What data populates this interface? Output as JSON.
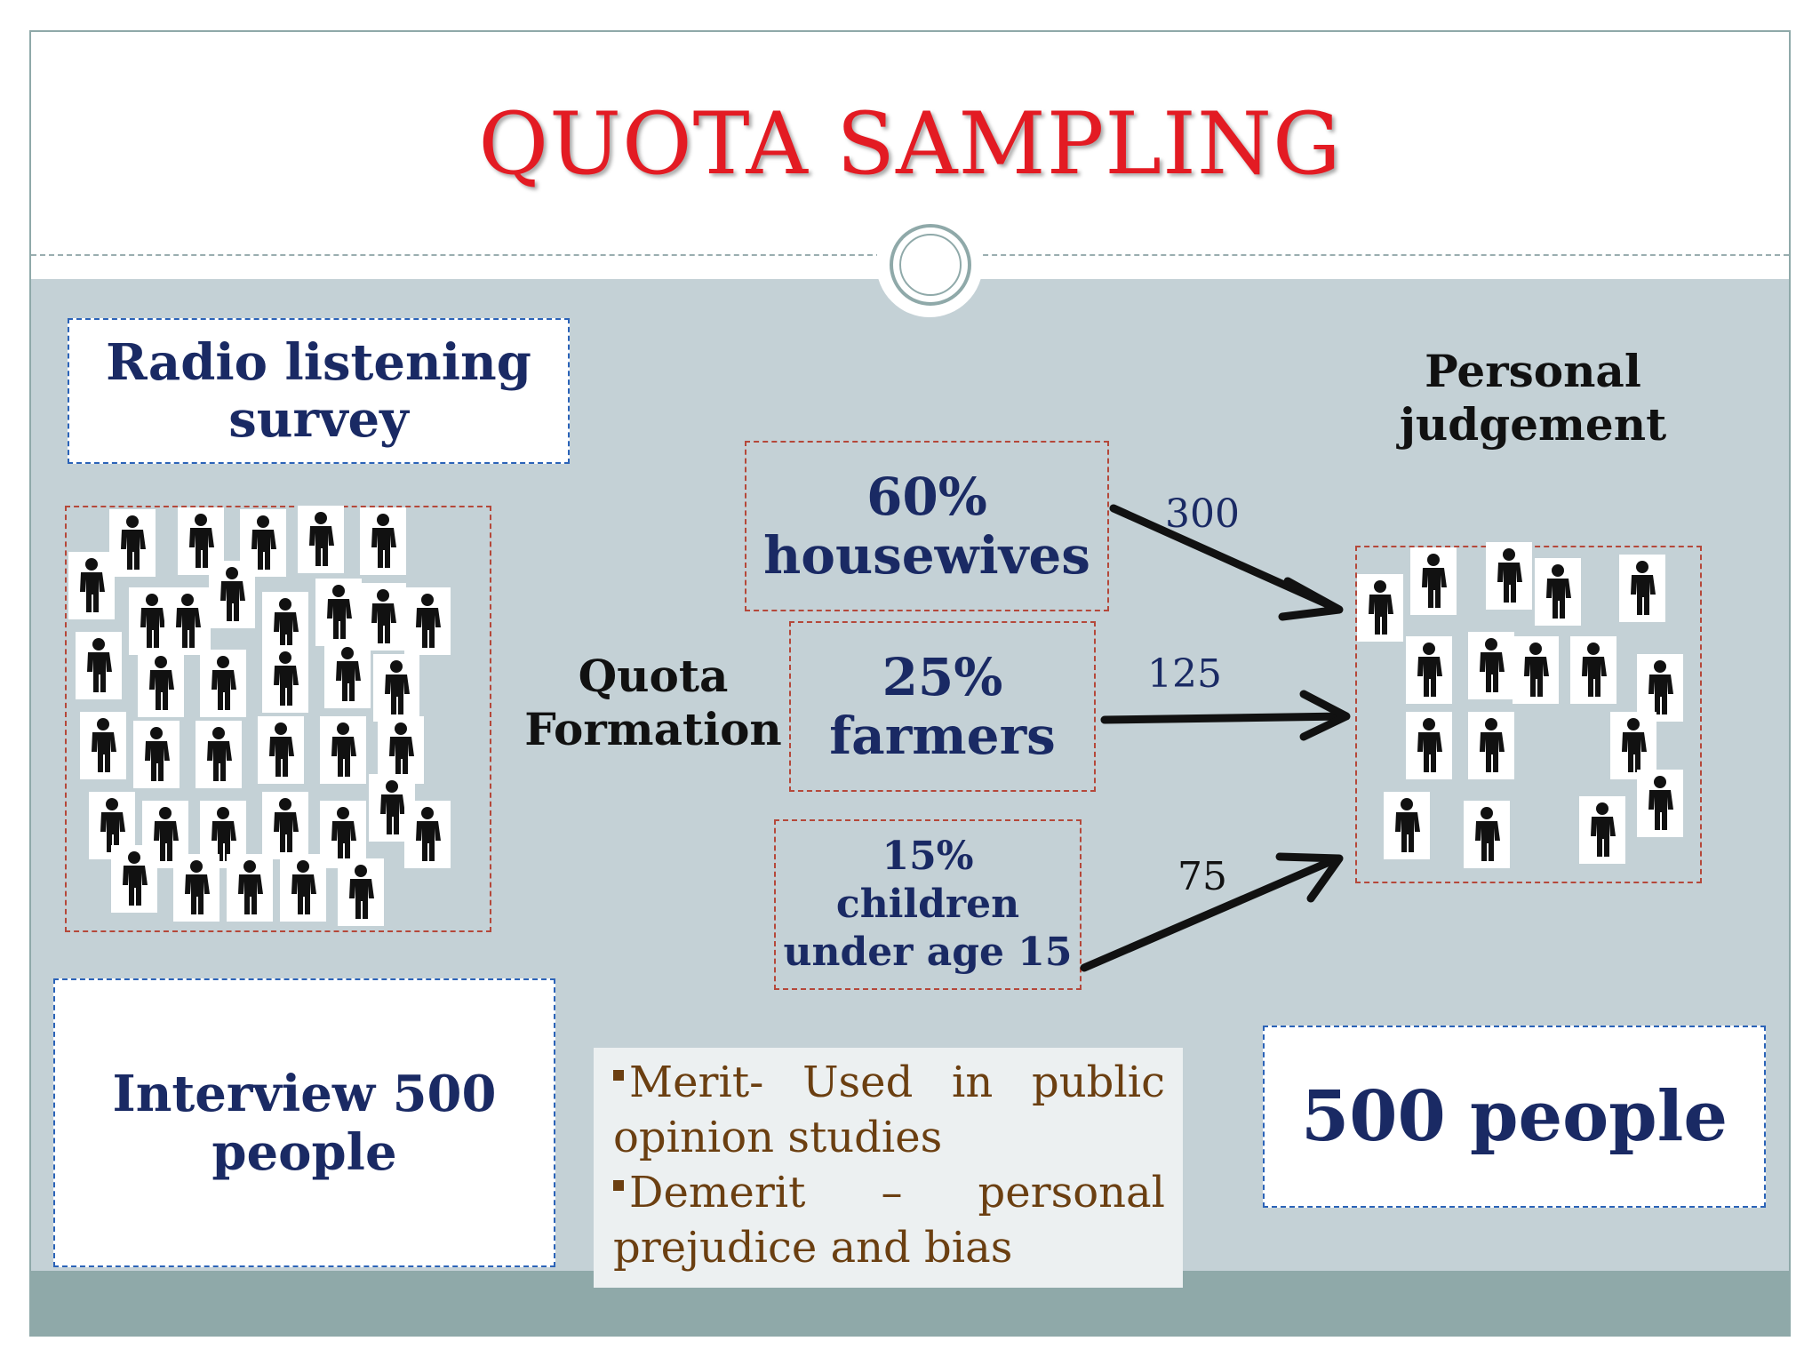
{
  "title": "QUOTA SAMPLING",
  "survey_box": {
    "label_line1": "Radio listening",
    "label_line2": "survey"
  },
  "interview_box": {
    "label_line1": "Interview 500",
    "label_line2": "people"
  },
  "quota_formation": {
    "line1": "Quota",
    "line2": "Formation"
  },
  "quotas": [
    {
      "percent": "60%",
      "group_line1": "housewives",
      "group_line2": "",
      "count": "300"
    },
    {
      "percent": "25%",
      "group_line1": "farmers",
      "group_line2": "",
      "count": "125"
    },
    {
      "percent": "15%",
      "group_line1": "children",
      "group_line2": "under age 15",
      "count": "75"
    }
  ],
  "personal_judgement": {
    "line1": "Personal",
    "line2": "judgement"
  },
  "result_box": {
    "label": "500 people"
  },
  "notes": [
    {
      "text": "Merit- Used in public opinion studies"
    },
    {
      "text": "Demerit – personal prejudice and bias"
    }
  ],
  "colors": {
    "title": "#e31b23",
    "navy": "#1a2a64",
    "band": "#c4d1d6",
    "footer": "#8fa9a9",
    "note_text": "#6b3f11"
  },
  "icons": {
    "person": "person-silhouette-icon",
    "ornament": "ring-ornament-icon"
  }
}
